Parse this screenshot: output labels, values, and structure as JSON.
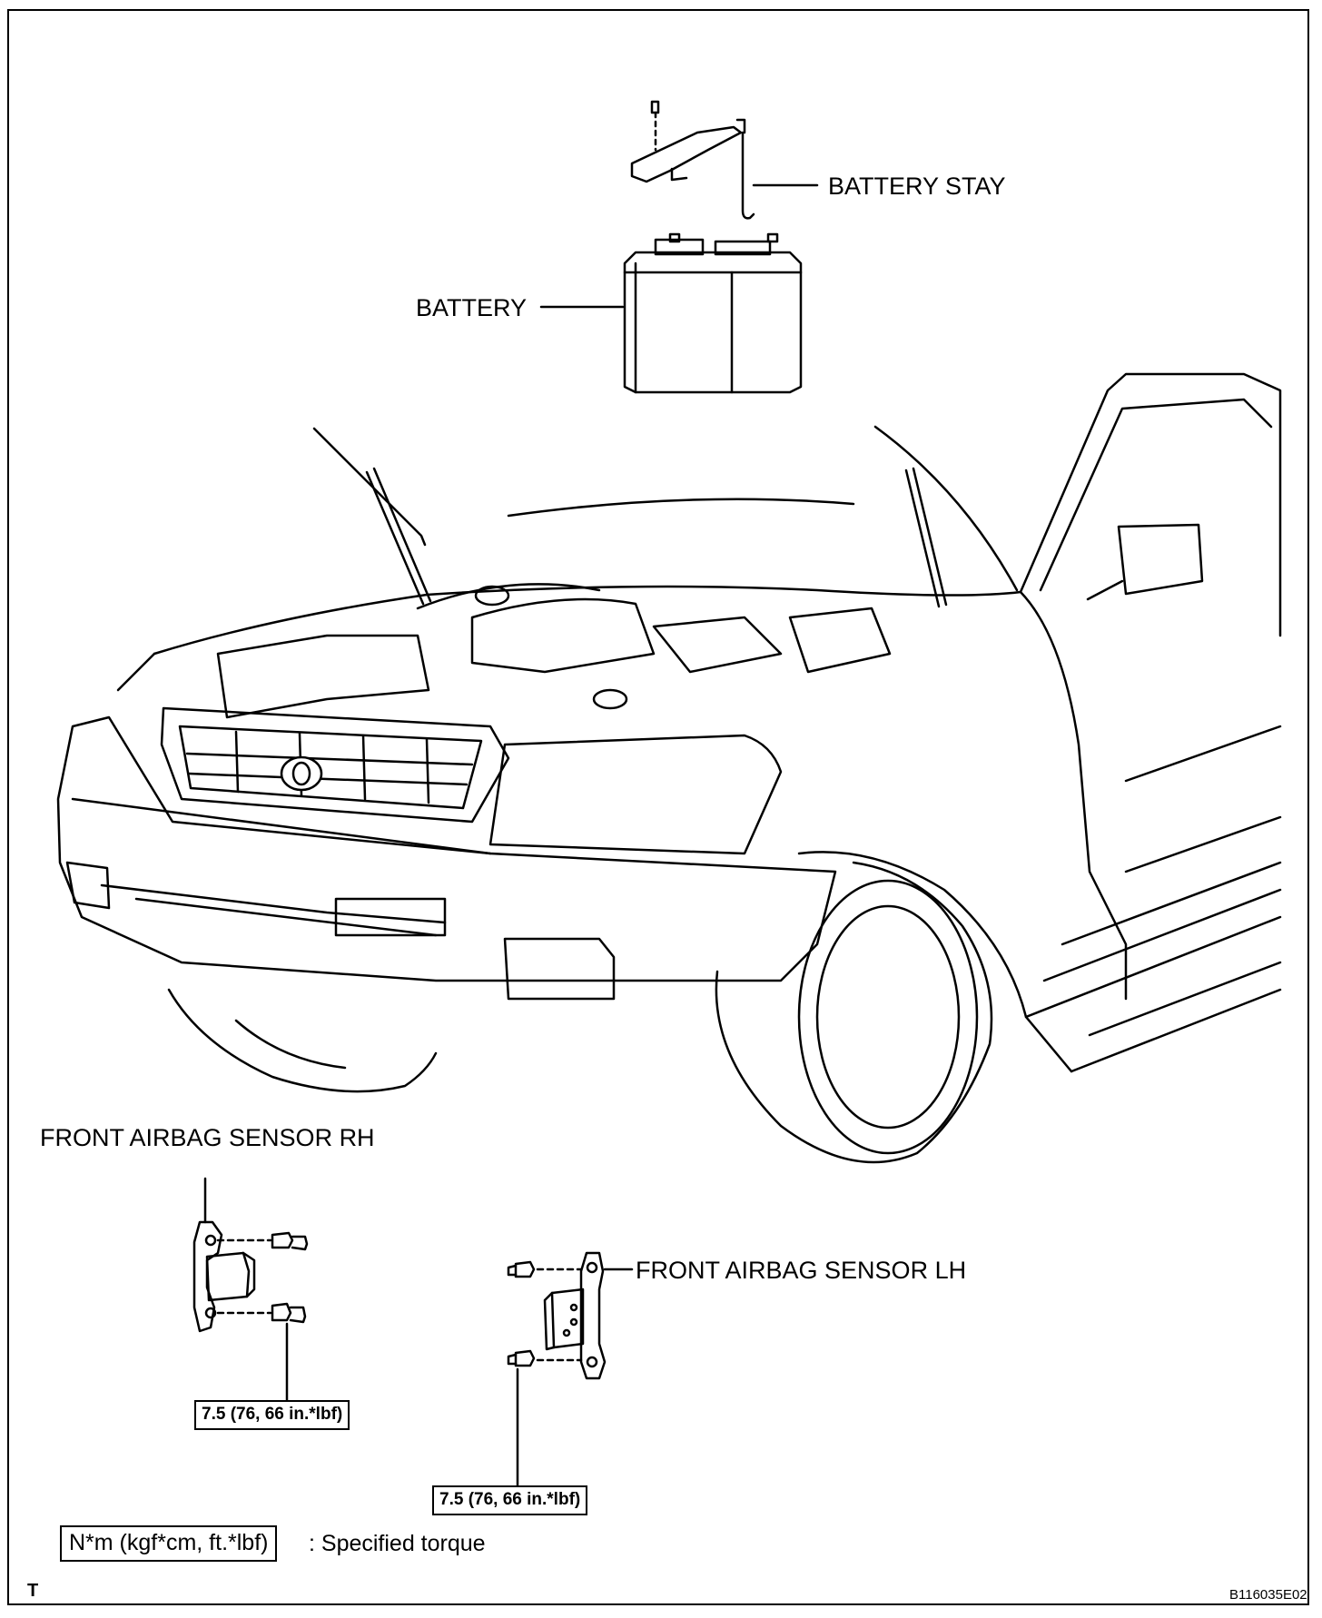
{
  "labels": {
    "battery_stay": "BATTERY STAY",
    "battery": "BATTERY",
    "sensor_rh": "FRONT AIRBAG SENSOR RH",
    "sensor_lh": "FRONT AIRBAG SENSOR LH"
  },
  "torque": {
    "rh": "7.5 (76, 66 in.*lbf)",
    "lh": "7.5 (76, 66 in.*lbf)"
  },
  "legend": {
    "unit_box": "N*m (kgf*cm, ft.*lbf)",
    "description": ": Specified torque"
  },
  "footer": {
    "corner_mark": "T",
    "figure_code": "B116035E02"
  }
}
